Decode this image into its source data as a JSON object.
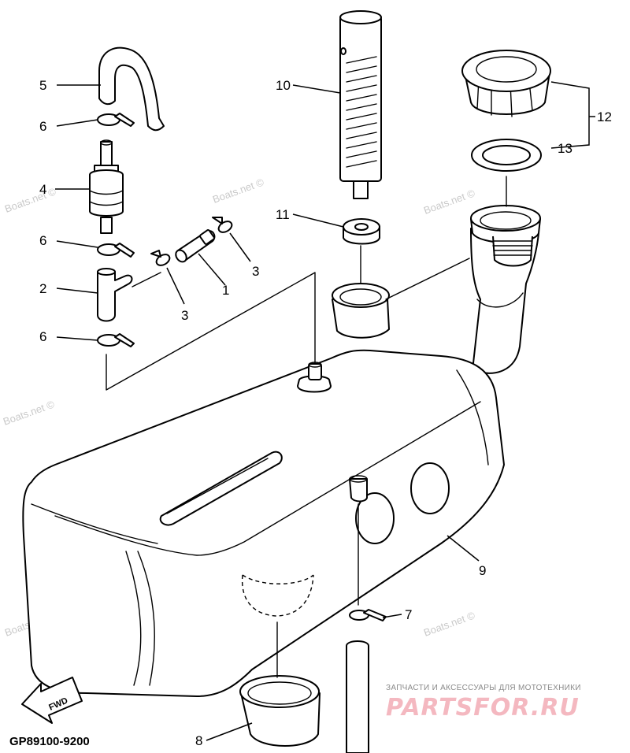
{
  "diagram": {
    "code": "GP89100-9200",
    "fwd_label": "FWD",
    "callouts": {
      "c1": "1",
      "c2": "2",
      "c3a": "3",
      "c3b": "3",
      "c4": "4",
      "c5": "5",
      "c6a": "6",
      "c6b": "6",
      "c6c": "6",
      "c7": "7",
      "c8": "8",
      "c9": "9",
      "c10": "10",
      "c11": "11",
      "c12": "12",
      "c13": "13"
    },
    "watermark": "Boats.net ©",
    "brand": {
      "tagline": "ЗАПЧАСТИ И АКСЕССУАРЫ ДЛЯ МОТОТЕХНИКИ",
      "name": "PARTSFOR.RU"
    }
  }
}
